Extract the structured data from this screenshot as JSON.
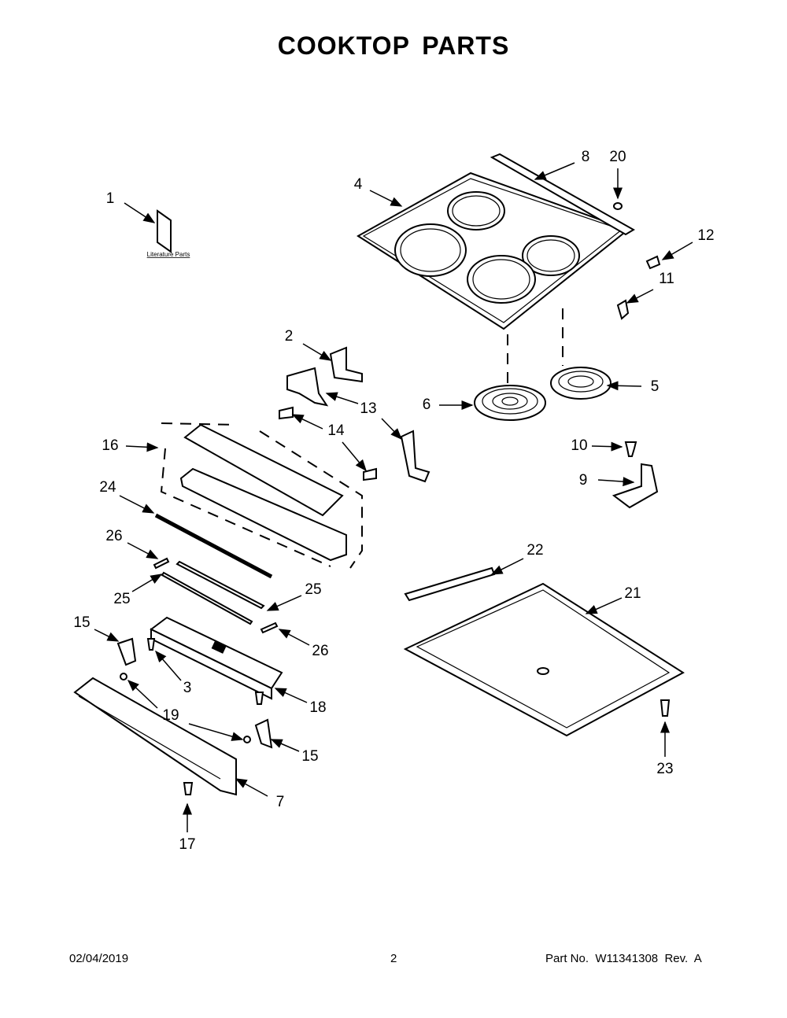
{
  "title": "COOKTOP PARTS",
  "literature_label": "Literature Parts",
  "callouts": [
    "1",
    "4",
    "8",
    "20",
    "12",
    "11",
    "2",
    "13",
    "14",
    "6",
    "5",
    "16",
    "10",
    "9",
    "24",
    "26",
    "25",
    "25",
    "26",
    "22",
    "21",
    "15",
    "3",
    "18",
    "19",
    "15",
    "7",
    "17",
    "23"
  ],
  "footer": {
    "date": "02/04/2019",
    "page": "2",
    "part_number": "Part No.  W11341308  Rev.  A"
  }
}
